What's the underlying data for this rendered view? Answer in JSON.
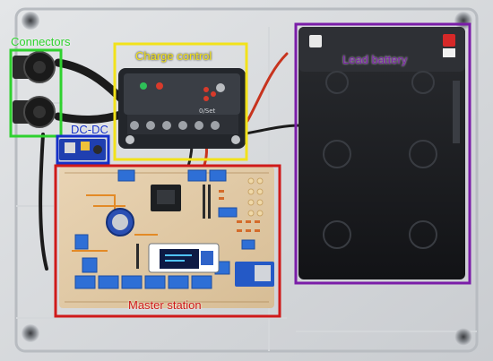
{
  "annotations": {
    "connectors": {
      "label": "Connectors",
      "color": "#2fd12f"
    },
    "dcdc": {
      "label": "DC-DC",
      "color": "#1530c8"
    },
    "charge_control": {
      "label": "Charge control",
      "color": "#f2e21a"
    },
    "lead_battery": {
      "label": "Lead battery",
      "color": "#7a1da8"
    },
    "master_station": {
      "label": "Master station",
      "color": "#cf1a1a"
    }
  },
  "charge_controller": {
    "mode_label": "0/Set"
  },
  "battery": {
    "terminal_colors": {
      "negative": "#e8e8e8",
      "positive": "#d62828"
    }
  }
}
